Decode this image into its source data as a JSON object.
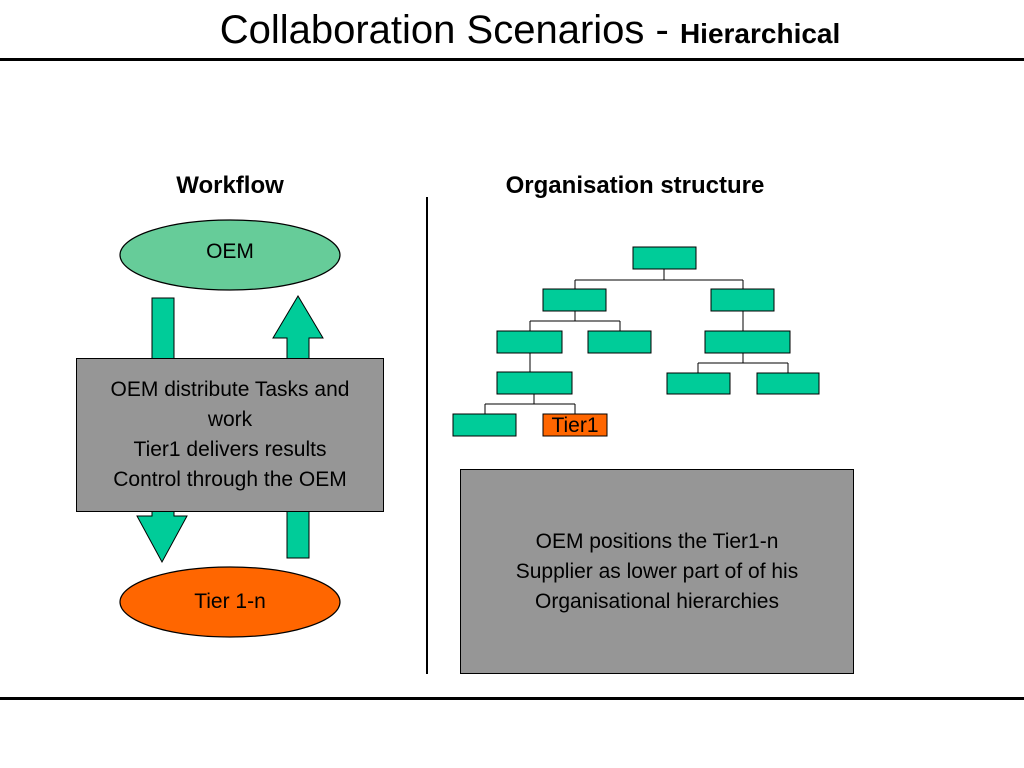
{
  "slide": {
    "title_main": "Collaboration Scenarios - ",
    "title_sub": "Hierarchical"
  },
  "workflow": {
    "heading": "Workflow",
    "top_node": "OEM",
    "bottom_node": "Tier 1-n",
    "description_lines": [
      "OEM distribute Tasks and",
      "work",
      "Tier1 delivers results",
      "Control through the OEM"
    ]
  },
  "organisation": {
    "heading": "Organisation structure",
    "highlighted_node": "Tier1",
    "description_lines": [
      "OEM positions the Tier1-n",
      "Supplier as lower part of of his",
      "Organisational hierarchies"
    ]
  },
  "colors": {
    "oem_fill": "#66cc99",
    "tier_fill": "#ff6600",
    "arrow_fill": "#00cc99",
    "org_box_fill": "#00cc99",
    "grey_box": "#969696"
  }
}
